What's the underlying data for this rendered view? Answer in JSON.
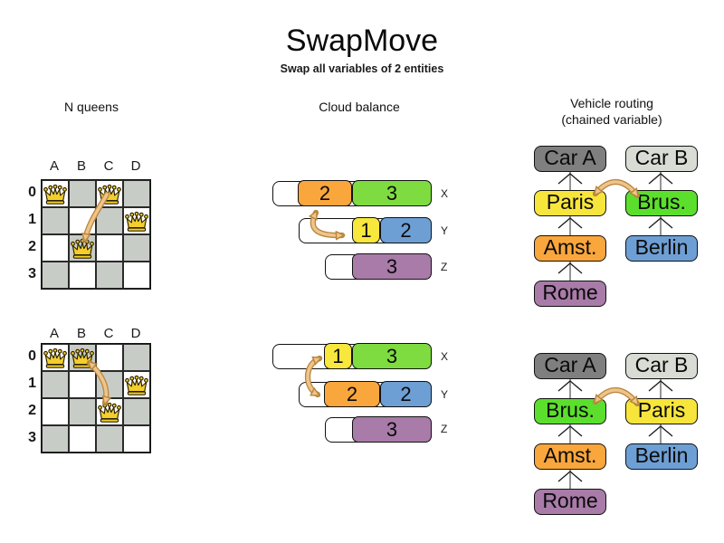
{
  "title": "SwapMove",
  "subtitle": "Swap all variables of 2 entities",
  "headers": {
    "nqueens": "N queens",
    "cloud": "Cloud balance",
    "vehicle_line1": "Vehicle routing",
    "vehicle_line2": "(chained variable)"
  },
  "nqueens": {
    "col_labels": [
      "A",
      "B",
      "C",
      "D"
    ],
    "row_labels": [
      "0",
      "1",
      "2",
      "3"
    ],
    "before": {
      "queens": [
        [
          0,
          0
        ],
        [
          2,
          0
        ],
        [
          3,
          1
        ],
        [
          1,
          2
        ]
      ]
    },
    "after": {
      "queens": [
        [
          0,
          0
        ],
        [
          1,
          0
        ],
        [
          3,
          1
        ],
        [
          2,
          2
        ]
      ]
    }
  },
  "cloud": {
    "before": {
      "rows": [
        {
          "label": "X",
          "blocks": [
            {
              "value": "2",
              "color": "#F9A63C"
            },
            {
              "value": "3",
              "color": "#7EDC40"
            }
          ]
        },
        {
          "label": "Y",
          "blocks": [
            {
              "value": "1",
              "color": "#F8E73C"
            },
            {
              "value": "2",
              "color": "#6E9FD4"
            }
          ]
        },
        {
          "label": "Z",
          "blocks": [
            {
              "value": "3",
              "color": "#A87BA8"
            }
          ]
        }
      ]
    },
    "after": {
      "rows": [
        {
          "label": "X",
          "blocks": [
            {
              "value": "1",
              "color": "#F8E73C"
            },
            {
              "value": "3",
              "color": "#7EDC40"
            }
          ]
        },
        {
          "label": "Y",
          "blocks": [
            {
              "value": "2",
              "color": "#F9A63C"
            },
            {
              "value": "2",
              "color": "#6E9FD4"
            }
          ]
        },
        {
          "label": "Z",
          "blocks": [
            {
              "value": "3",
              "color": "#A87BA8"
            }
          ]
        }
      ]
    }
  },
  "vehicle": {
    "before": {
      "chain_a": [
        {
          "label": "Car A",
          "color": "#7F7F7F"
        },
        {
          "label": "Paris",
          "color": "#F8E53C"
        },
        {
          "label": "Amst.",
          "color": "#F9A63C"
        },
        {
          "label": "Rome",
          "color": "#A87BA8"
        }
      ],
      "chain_b": [
        {
          "label": "Car B",
          "color": "#D9DCD4"
        },
        {
          "label": "Brus.",
          "color": "#5BDF2C"
        },
        {
          "label": "Berlin",
          "color": "#6E9FD4"
        }
      ]
    },
    "after": {
      "chain_a": [
        {
          "label": "Car A",
          "color": "#7F7F7F"
        },
        {
          "label": "Brus.",
          "color": "#5BDF2C"
        },
        {
          "label": "Amst.",
          "color": "#F9A63C"
        },
        {
          "label": "Rome",
          "color": "#A87BA8"
        }
      ],
      "chain_b": [
        {
          "label": "Car B",
          "color": "#D9DCD4"
        },
        {
          "label": "Paris",
          "color": "#F8E53C"
        },
        {
          "label": "Berlin",
          "color": "#6E9FD4"
        }
      ]
    }
  },
  "colors": {
    "board_gray": "#C8CCC6",
    "queen_gold": "#F2CE2E",
    "arrow_fill": "#EFC48C",
    "arrow_stroke": "#B8863C"
  }
}
